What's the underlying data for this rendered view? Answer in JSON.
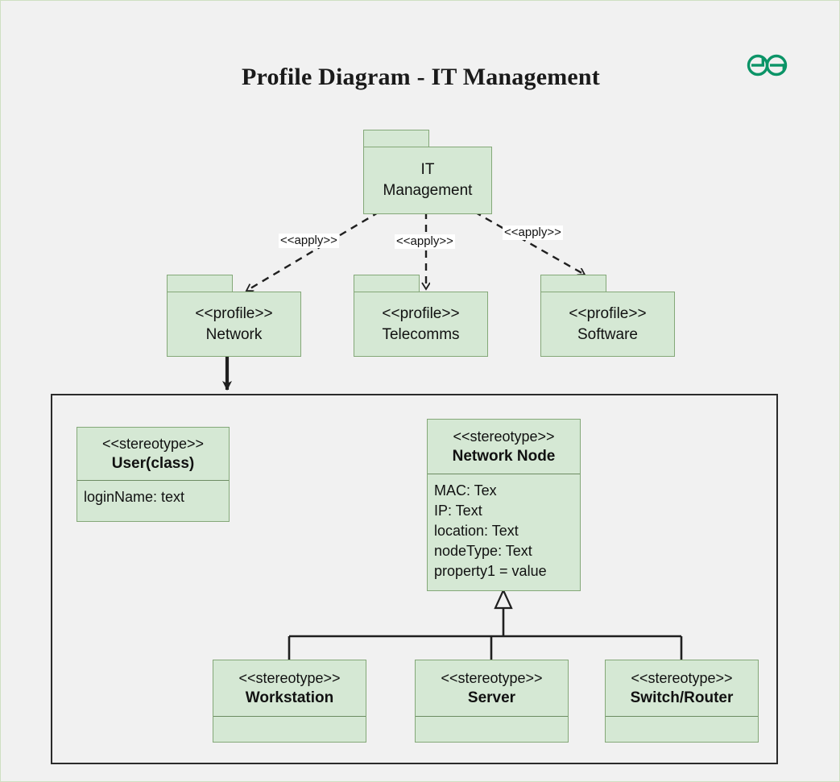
{
  "page": {
    "title": "Profile Diagram - IT Management",
    "background_color": "#f1f1f1",
    "border_color": "#cfe0c3",
    "node_fill": "#d5e8d4",
    "node_stroke": "#84a878",
    "line_color": "#1f1f1f"
  },
  "logo": {
    "name": "geeksforgeeks-logo",
    "color": "#0b9467"
  },
  "root_package": {
    "name": "it-management-package",
    "label_line1": "IT",
    "label_line2": "Management"
  },
  "profiles": [
    {
      "name": "network-profile-package",
      "stereotype": "<<profile>>",
      "label": "Network"
    },
    {
      "name": "telecomms-profile-package",
      "stereotype": "<<profile>>",
      "label": "Telecomms"
    },
    {
      "name": "software-profile-package",
      "stereotype": "<<profile>>",
      "label": "Software"
    }
  ],
  "apply_edges": [
    {
      "name": "apply-edge-network",
      "label": "<<apply>>"
    },
    {
      "name": "apply-edge-telecomms",
      "label": "<<apply>>"
    },
    {
      "name": "apply-edge-software",
      "label": "<<apply>>"
    }
  ],
  "network_frame": {
    "name": "network-profile-frame",
    "stereotypes": [
      {
        "name": "user-class-stereotype",
        "tag": "<<stereotype>>",
        "title": "User(class)",
        "attributes": [
          "loginName: text"
        ]
      },
      {
        "name": "network-node-stereotype",
        "tag": "<<stereotype>>",
        "title": "Network Node",
        "attributes": [
          "MAC: Tex",
          "IP: Text",
          "location: Text",
          "nodeType: Text",
          "property1 = value"
        ]
      },
      {
        "name": "workstation-stereotype",
        "tag": "<<stereotype>>",
        "title": "Workstation",
        "attributes": []
      },
      {
        "name": "server-stereotype",
        "tag": "<<stereotype>>",
        "title": "Server",
        "attributes": []
      },
      {
        "name": "switch-router-stereotype",
        "tag": "<<stereotype>>",
        "title": "Switch/Router",
        "attributes": []
      }
    ]
  }
}
